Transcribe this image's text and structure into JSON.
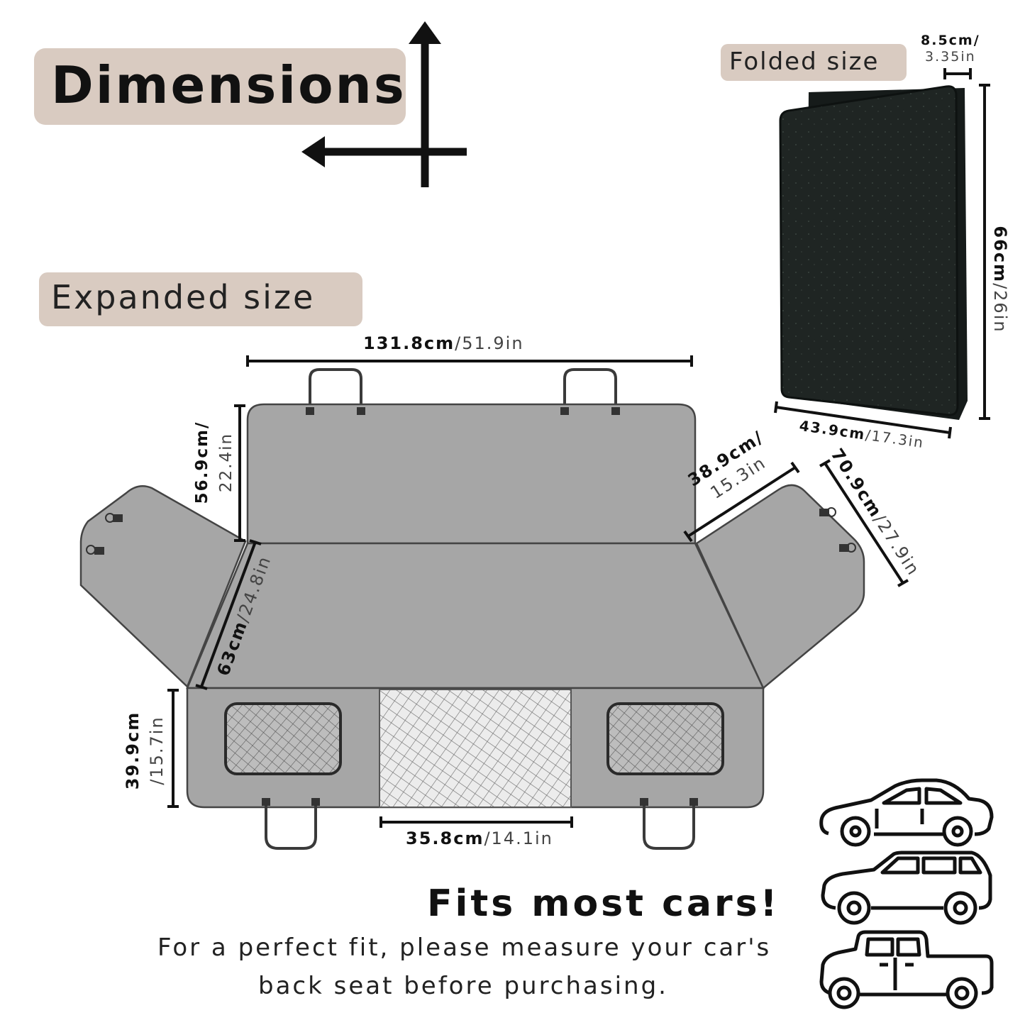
{
  "header": {
    "title": "Dimensions",
    "expanded_label": "Expanded size",
    "folded_label": "Folded size"
  },
  "folded": {
    "thickness": {
      "cm": "8.5cm/",
      "in": "3.35in"
    },
    "height": {
      "cm": "66cm",
      "in": "/26in"
    },
    "width": {
      "cm": "43.9cm",
      "in": "/17.3in"
    }
  },
  "expanded": {
    "top_width": {
      "cm": "131.8cm",
      "in": "/51.9in"
    },
    "back_height": {
      "cm": "56.9cm/",
      "in": "22.4in"
    },
    "seat_depth": {
      "cm": "63cm",
      "in": "/24.8in"
    },
    "side_flap_inner": {
      "cm": "38.9cm/",
      "in": "15.3in"
    },
    "side_flap_outer": {
      "cm": "70.9cm",
      "in": "/27.9in"
    },
    "front_flap_height": {
      "cm": "39.9cm",
      "in": "/15.7in"
    },
    "mesh_width": {
      "cm": "35.8cm",
      "in": "/14.1in"
    }
  },
  "footer": {
    "headline": "Fits most cars!",
    "line1": "For a perfect fit, please measure your car's",
    "line2": "back seat before purchasing."
  },
  "colors": {
    "pill": "#d9cbc1",
    "cover_gray": "#a6a6a6",
    "folded_dark": "#1f2523"
  },
  "icons": [
    "axes-arrows-icon",
    "sedan-car-icon",
    "suv-car-icon",
    "pickup-truck-icon"
  ]
}
